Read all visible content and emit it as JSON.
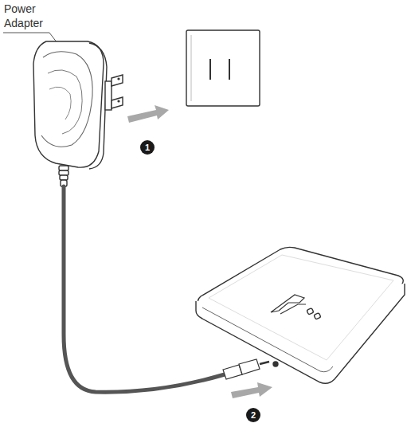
{
  "diagram": {
    "labels": [
      "Power Adapter",
      "1",
      "2"
    ]
  }
}
